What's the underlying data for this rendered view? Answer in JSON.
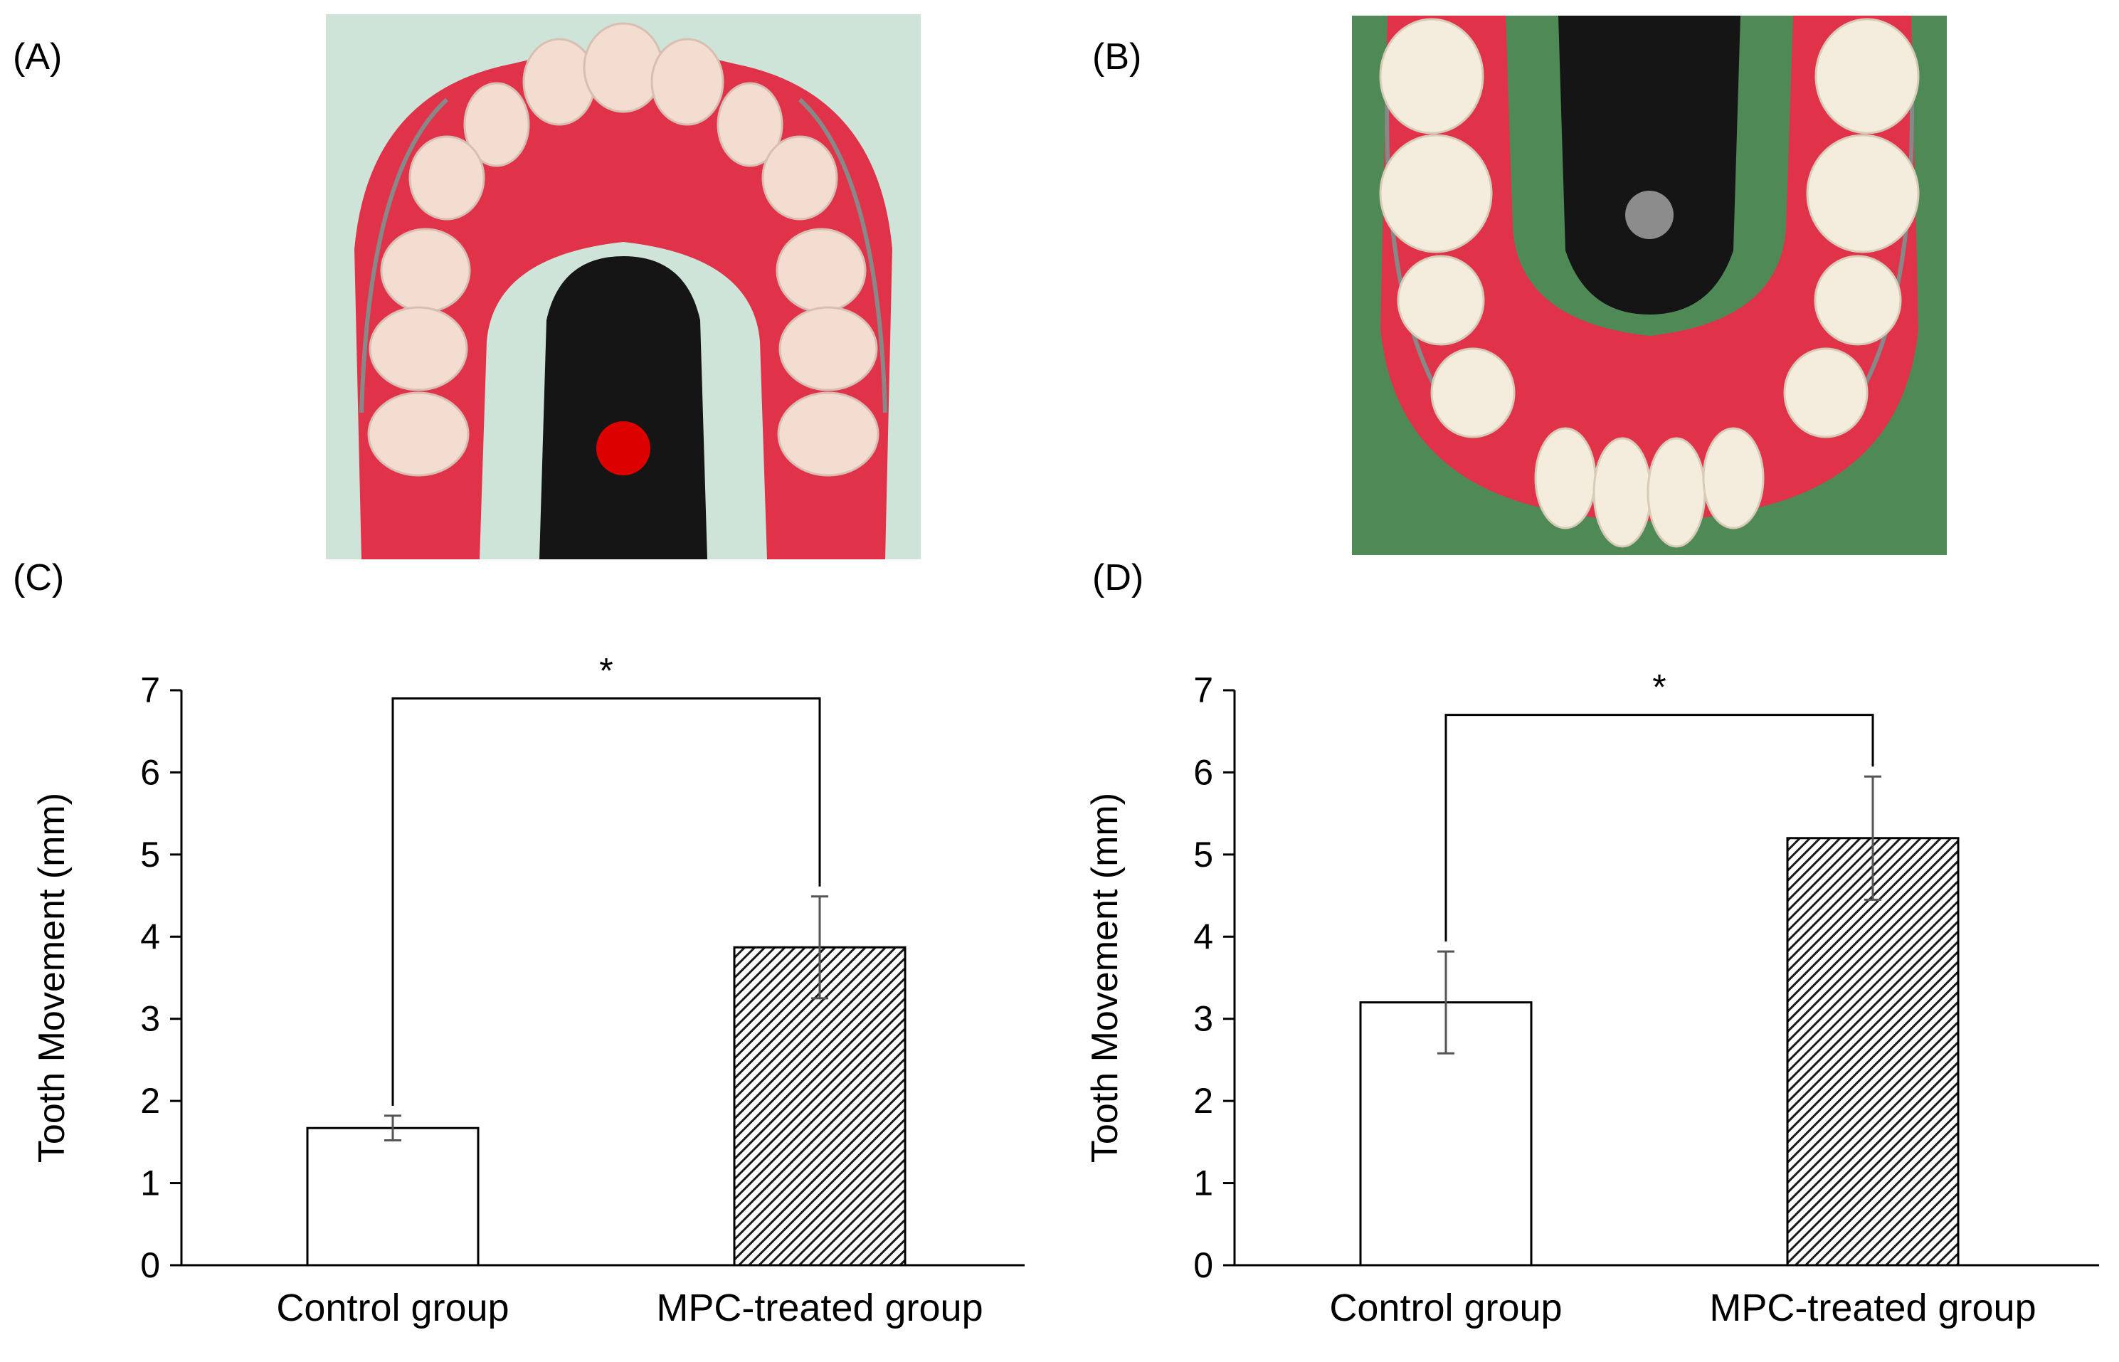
{
  "panels": {
    "a": "(A)",
    "b": "(B)",
    "c": "(C)",
    "d": "(D)"
  },
  "colors": {
    "gum": "#e0334a",
    "tooth": "#f3dcd0",
    "tray": "#151515",
    "backdrop_a": "#cfe4d8",
    "backdrop_b": "#4f8a56",
    "marker": "#dd0000"
  },
  "chart_data": [
    {
      "type": "bar",
      "panel": "(C)",
      "categories": [
        "Control group",
        "MPC-treated group"
      ],
      "values": [
        1.67,
        3.87
      ],
      "errors": [
        0.15,
        0.62
      ],
      "patterns": [
        "none",
        "hatched"
      ],
      "ylabel": "Tooth Movement (mm)",
      "ylim": [
        0,
        7
      ],
      "yticks": [
        0,
        1,
        2,
        3,
        4,
        5,
        6,
        7
      ],
      "significance": "*",
      "bracket_level": 6.9
    },
    {
      "type": "bar",
      "panel": "(D)",
      "categories": [
        "Control group",
        "MPC-treated group"
      ],
      "values": [
        3.2,
        5.2
      ],
      "errors": [
        0.62,
        0.75
      ],
      "patterns": [
        "none",
        "hatched"
      ],
      "ylabel": "Tooth Movement  (mm)",
      "ylim": [
        0,
        7
      ],
      "yticks": [
        0,
        1,
        2,
        3,
        4,
        5,
        6,
        7
      ],
      "significance": "*",
      "bracket_level": 6.7
    }
  ]
}
